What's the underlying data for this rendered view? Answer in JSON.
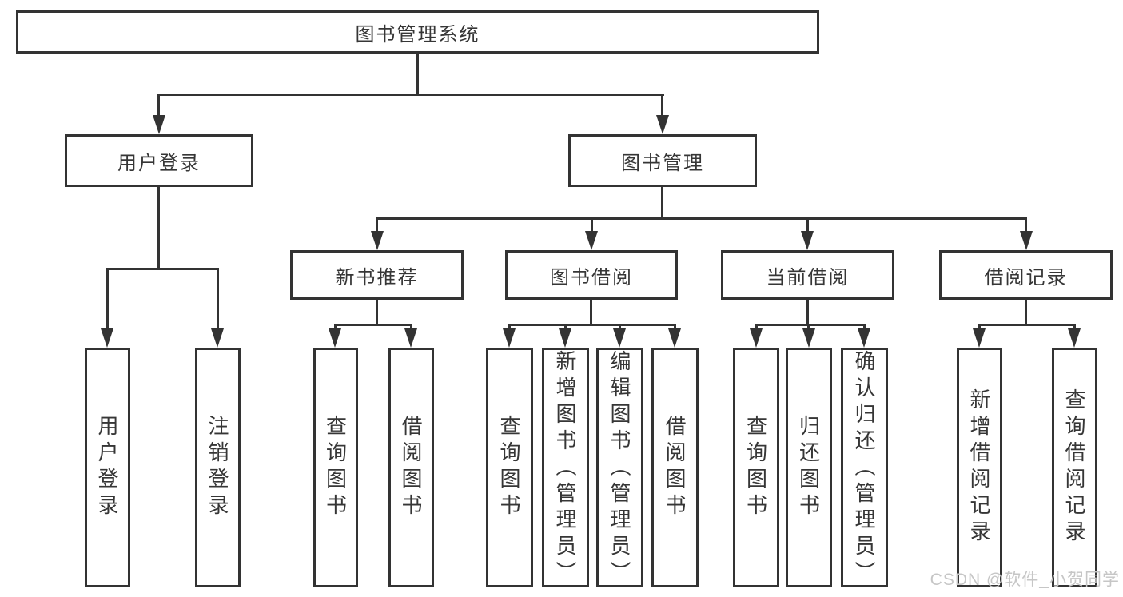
{
  "watermark": "CSDN @软件_小贺同学",
  "colors": {
    "ink": "#333333",
    "background": "#ffffff",
    "watermark": "#c6c6c6"
  },
  "tree": {
    "root": {
      "label": "图书管理系统"
    },
    "children": [
      {
        "label": "用户登录",
        "children": [
          {
            "label": "用户登录"
          },
          {
            "label": "注销登录"
          }
        ]
      },
      {
        "label": "图书管理",
        "children": [
          {
            "label": "新书推荐",
            "children": [
              {
                "label": "查询图书"
              },
              {
                "label": "借阅图书"
              }
            ]
          },
          {
            "label": "图书借阅",
            "children": [
              {
                "label": "查询图书"
              },
              {
                "label": "新增图书（管理员）"
              },
              {
                "label": "编辑图书（管理员）"
              },
              {
                "label": "借阅图书"
              }
            ]
          },
          {
            "label": "当前借阅",
            "children": [
              {
                "label": "查询图书"
              },
              {
                "label": "归还图书"
              },
              {
                "label": "确认归还（管理员）"
              }
            ]
          },
          {
            "label": "借阅记录",
            "children": [
              {
                "label": "新增借阅记录"
              },
              {
                "label": "查询借阅记录"
              }
            ]
          }
        ]
      }
    ]
  }
}
